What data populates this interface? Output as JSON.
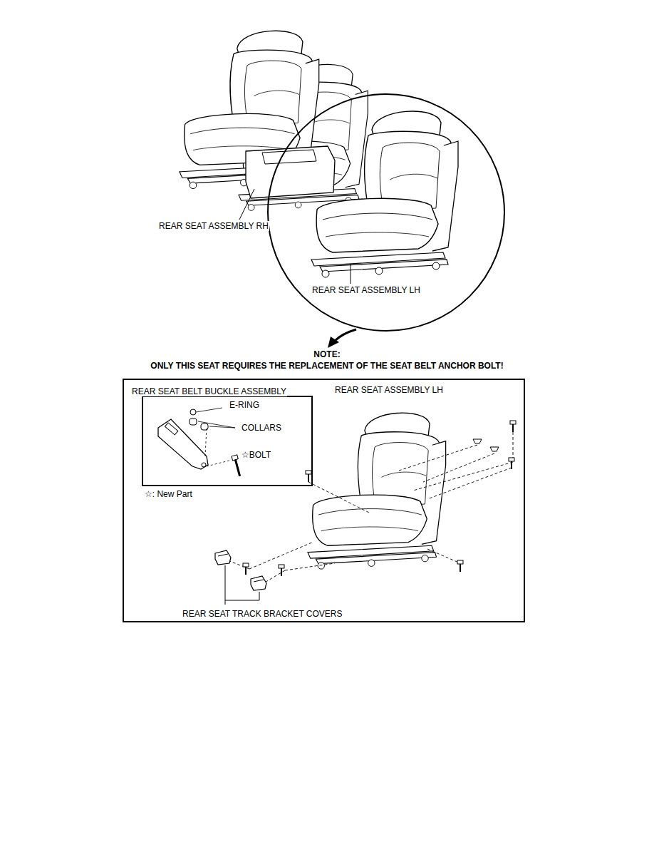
{
  "diagram": {
    "nodes": [
      {
        "text": [
          "REAR SEAT ASSEMBLY LH",
          "☆: New Part",
          "REAR SEAT TRACK BRACKET COVERS"
        ]
      },
      {
        "text": [
          "REAR SEAT BELT BUCKLE ASSEMBLY",
          "E-RING",
          "COLLARS",
          "☆BOLT"
        ],
        "in": 0
      }
    ],
    "edges": [],
    "labels": [
      "REAR SEAT ASSEMBLY RH",
      "REAR SEAT ASSEMBLY LH",
      "NOTE:",
      "ONLY THIS SEAT REQUIRES THE REPLACEMENT OF THE SEAT BELT ANCHOR BOLT!"
    ]
  }
}
